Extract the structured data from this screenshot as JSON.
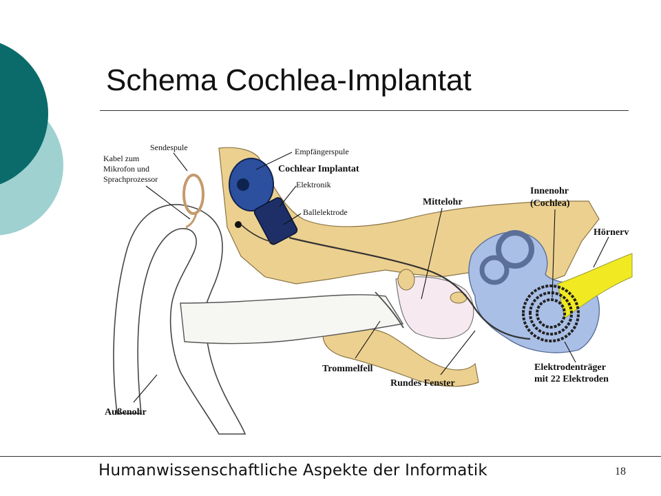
{
  "slide": {
    "title": "Schema Cochlea-Implantat",
    "footer": "Humanwissenschaftliche Aspekte der Informatik",
    "page_number": "18"
  },
  "diagram": {
    "labels": {
      "sendespule": "Sendespule",
      "kabel_1": "Kabel zum",
      "kabel_2": "Mikrofon und",
      "kabel_3": "Sprachprozessor",
      "empfaengerspule": "Empfängerspule",
      "cochlear_implantat": "Cochlear Implantat",
      "elektronik": "Elektronik",
      "ballelektrode": "Ballelektrode",
      "mittelohr": "Mittelohr",
      "innenohr_1": "Innenohr",
      "innenohr_2": "(Cochlea)",
      "hoernerv": "Hörnerv",
      "trommelfell": "Trommelfell",
      "rundes_fenster": "Rundes Fenster",
      "elektrodentraeger_1": "Elektrodenträger",
      "elektrodentraeger_2": "mit 22 Elektroden",
      "aussenohr": "Außenohr"
    }
  },
  "colors": {
    "teal_dark": "#0b6b6a",
    "teal_light": "#9fd1d1",
    "bone": "#ecd08f",
    "cochlea_blue": "#a9bfe6",
    "nerve_yellow": "#f1ea22",
    "implant_blue": "#2c4f9e"
  }
}
